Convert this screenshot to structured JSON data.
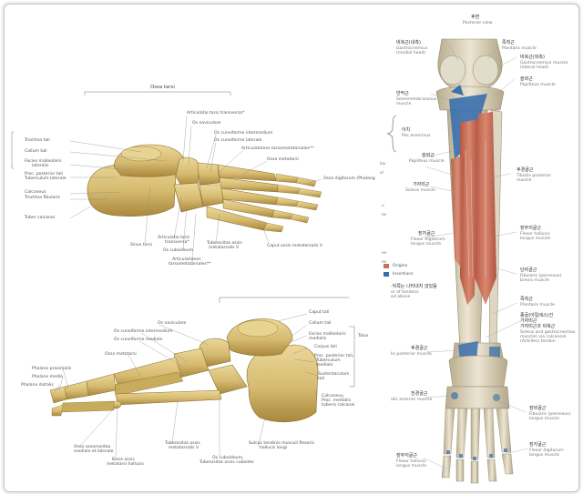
{
  "top_foot": {
    "caption": "Ossa tarsi",
    "labels": {
      "art_tarsi_transversa": "Articulatio tarsi transversa*",
      "os_naviculare": "Os naviculare",
      "os_cuneiforme_intermedium": "Os cuneiforme intermedium",
      "os_cuneiforme_laterale": "Os cuneiforme laterale",
      "art_tarsometatarsales": "Articulationes tarsometatarsales**",
      "trochlea_tali": "Trochlea tali",
      "collum_tali": "Collum tali",
      "facies_malleolaris": "Facies malleolaris",
      "facies_malleolaris_2": "lateralis",
      "proc_posterior": "Proc. posterior tali",
      "tuberculum_laterale": "Tuberculum laterale",
      "calcaneus": "Calcaneus",
      "trochlea_fibularis": "Trochlea fibularis",
      "tuber_calcanei": "Tuber calcanei",
      "sinus_tarsi": "Sinus tarsi",
      "art_tarsi_transversa_2": "Articulatio tarsi",
      "art_tarsi_transversa_3": "transversa*",
      "os_cuboideum": "Os cuboideum",
      "articulationes": "Articulationes",
      "articulationes_2": "tarsometatarsales**",
      "tuberositas": "Tuberositas ossis",
      "tuberositas_2": "metatarsalis V",
      "ossa_metatarsi": "Ossa metatarsi",
      "ossa_digitorum": "Ossa digitorum (Phalang",
      "caput_ossis": "Caput ossis metatarsalis V"
    }
  },
  "bottom_foot": {
    "labels": {
      "os_naviculare": "Os naviculare",
      "os_cuneiforme_intermedium": "Os cuneiforme intermedium",
      "os_cuneiforme_mediale": "Os cuneiforme mediale",
      "ossa_metatarsi": "Ossa metatarsi",
      "phalanx_proximalis": "Phalanx proximalis",
      "phalanx_media": "Phalanx media",
      "phalanx_distalis": "Phalanx distalis",
      "ossa_sesamoidea": "Ossa sesamoidea",
      "ossa_sesamoidea_2": "mediale et laterale",
      "basis_ossis": "Basis ossis",
      "basis_ossis_2": "metatarsi hallucis",
      "tuberositas": "Tuberositas ossis",
      "tuberositas_2": "metatarsalis V",
      "os_cuboideum": "Os cuboideum,",
      "os_cuboideum_2": "Tuberositas ossis cuboidei",
      "sulcus": "Sulcus tendinis musculi flexoris",
      "sulcus_2": "hallucis longi",
      "caput_tali": "Caput tali",
      "collum_tali": "Collum tali",
      "facies_malleolaris": "Facies malleolaris",
      "facies_malleolaris_2": "medialis",
      "corpus_tali": "Corpus tali",
      "proc_posterior": "Proc. posterior tali,",
      "tuberculum_mediale": "Tuberculum",
      "tuberculum_mediale_2": "mediale",
      "sustentaculum": "Sustentaculum",
      "sustentaculum_2": "tali",
      "calcaneus": "Calcaneus,",
      "calcaneus_2": "Proc. medialis",
      "calcaneus_3": "tuberis calcanei",
      "talus": "Talus"
    }
  },
  "leg": {
    "header_ko": "후면",
    "header_en": "Posterior view",
    "labels": {
      "biceps_ko": "비복근(내측)",
      "biceps_en": "Gastrocnemius",
      "biceps_en2": "(medial head)",
      "plantaris_ko": "족척근",
      "plantaris_en": "Plantaris muscle",
      "gastro_lat_ko": "비복근(외측)",
      "gastro_lat_en": "Gastrocnemius muscle",
      "gastro_lat_en2": "(lateral head)",
      "popliteus_ko": "슬와근",
      "popliteus_en": "Popliteus muscle",
      "semimem_ko": "반막근",
      "semimem_en": "Semimembranosus",
      "semimem_en2": "muscle",
      "arcus_ko": "아치",
      "arcus_en": "Pes anserinus",
      "soleus_arc_ko": "슬와근",
      "soleus_arc_en": "Popliteus muscle",
      "tib_post_ko": "후경골근",
      "tib_post_en": "Tibialis posterior",
      "tib_post_en2": "muscle",
      "soleus_ko": "가자미근",
      "soleus_en": "Soleus muscle",
      "fdl_ko": "장지굴근",
      "fdl_en": "Flexor digitorum",
      "fdl_en2": "longus muscle",
      "fhl_ko": "장무지굴근",
      "fhl_en": "Flexor hallucis",
      "fhl_en2": "longus muscle",
      "pero_brev_ko": "단비골근",
      "pero_brev_en": "Fibularis (peroneus)",
      "pero_brev_en2": "brevis muscle",
      "plantaris2_ko": "족척근",
      "plantaris2_en": "Plantaris muscle",
      "calc_ko": "종골(아킬레스)건",
      "calc_ko2": "가자미근",
      "calc_ko3": "가자미근과 비복근",
      "calc_en": "Soleus and gastrocnemius",
      "calc_en2": "muscles via calcaneal",
      "calc_en3": "(Achilles) tendon",
      "origins": "Origins",
      "insertions": "Insertions",
      "note_ko": "·뒤쪽는 나타내지 않았음",
      "note_en": "or of tendons",
      "note_en2": "ed above",
      "tib_post2_ko": "후경골근",
      "tib_post2_en": "lis posterior muscle",
      "tib_ant_ko": "전경골근",
      "tib_ant_en": "alis anterior muscle",
      "pero_long_ko": "장비골근",
      "pero_long_en": "Fibularis (peroneus)",
      "pero_long_en2": "longus muscle",
      "fdl2_ko": "장지굴근",
      "fdl2_en": "Flexor digitorum",
      "fdl2_en2": "longus muscle",
      "fhl2_ko": "장무지굴근",
      "fhl2_en": "Flexor hallucis",
      "fhl2_en2": "longus muscle",
      "left_edge_1": "Iau",
      "left_edge_2": "el",
      "left_edge_3": "u",
      "left_edge_4": "ee",
      "left_edge_5": "ee",
      "left_edge_6": "ee"
    }
  },
  "colors": {
    "bone": "#d9c27a",
    "bone_shadow": "#a88a3e",
    "muscle_red": "#c8705a",
    "muscle_blue": "#3a6fae",
    "cartilage": "#e8e4d8"
  }
}
